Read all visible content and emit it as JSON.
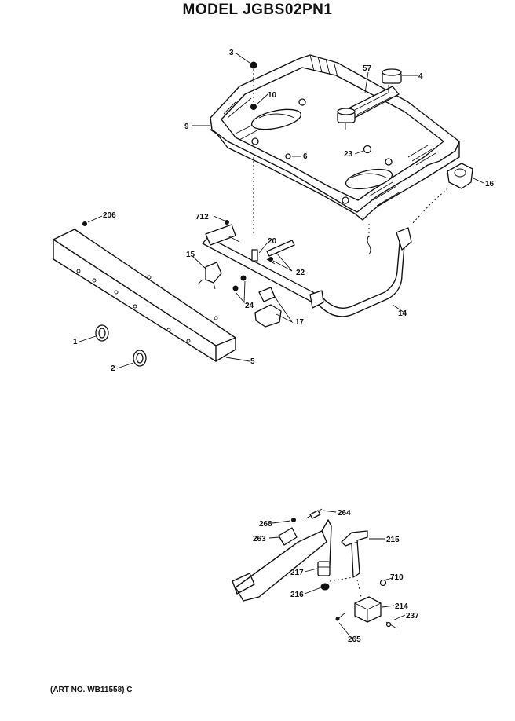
{
  "title": "MODEL JGBS02PN1",
  "art_number": "(ART NO. WB11558) C",
  "part_labels": [
    {
      "id": "3",
      "text": "3"
    },
    {
      "id": "57",
      "text": "57"
    },
    {
      "id": "4",
      "text": "4"
    },
    {
      "id": "10",
      "text": "10"
    },
    {
      "id": "9",
      "text": "9"
    },
    {
      "id": "6",
      "text": "6"
    },
    {
      "id": "23",
      "text": "23"
    },
    {
      "id": "16",
      "text": "16"
    },
    {
      "id": "206",
      "text": "206"
    },
    {
      "id": "712",
      "text": "712"
    },
    {
      "id": "20",
      "text": "20"
    },
    {
      "id": "15",
      "text": "15"
    },
    {
      "id": "22",
      "text": "22"
    },
    {
      "id": "24",
      "text": "24"
    },
    {
      "id": "17",
      "text": "17"
    },
    {
      "id": "14",
      "text": "14"
    },
    {
      "id": "1",
      "text": "1"
    },
    {
      "id": "2",
      "text": "2"
    },
    {
      "id": "5",
      "text": "5"
    },
    {
      "id": "264",
      "text": "264"
    },
    {
      "id": "268",
      "text": "268"
    },
    {
      "id": "263",
      "text": "263"
    },
    {
      "id": "215",
      "text": "215"
    },
    {
      "id": "217",
      "text": "217"
    },
    {
      "id": "216",
      "text": "216"
    },
    {
      "id": "710",
      "text": "710"
    },
    {
      "id": "214",
      "text": "214"
    },
    {
      "id": "237",
      "text": "237"
    },
    {
      "id": "265",
      "text": "265"
    }
  ]
}
